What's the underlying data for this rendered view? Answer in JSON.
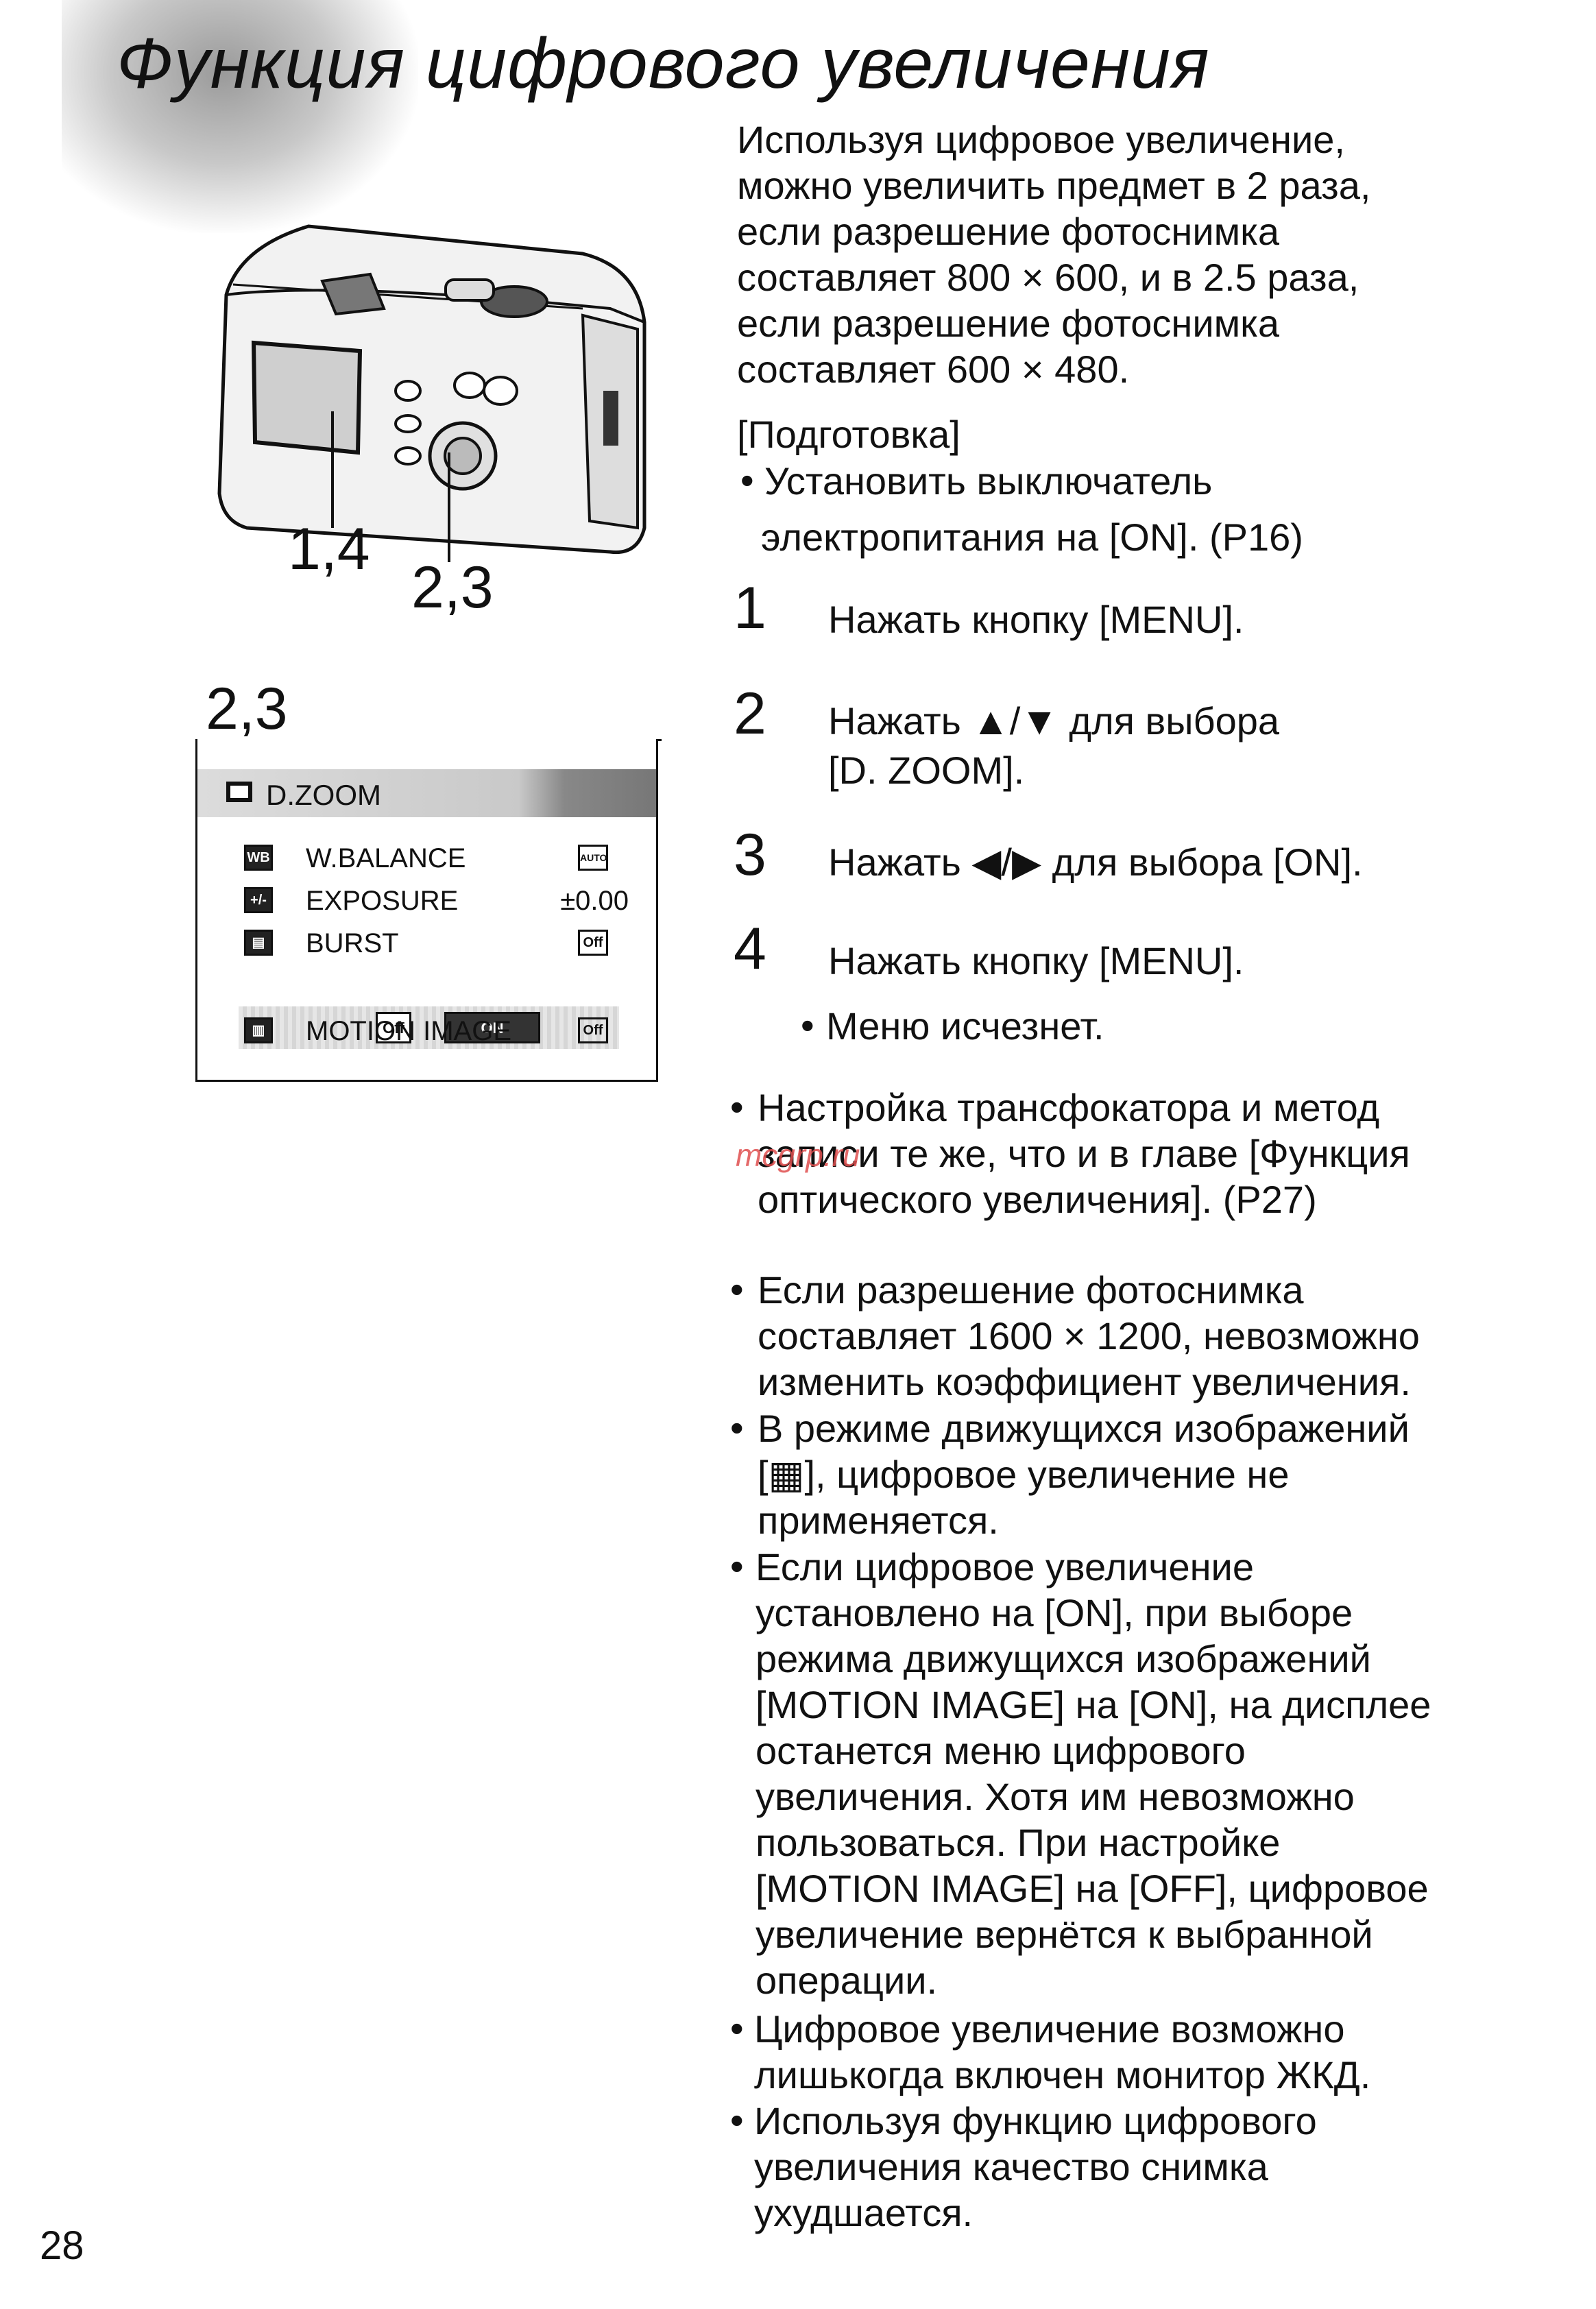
{
  "page": {
    "title": "Функция цифрового увеличения",
    "page_number": "28",
    "watermark": "mcgrp.ru"
  },
  "figure": {
    "callout_a": "1,4",
    "callout_b": "2,3",
    "menu_label": "2,3",
    "menu": {
      "header": "D.ZOOM",
      "rows": [
        {
          "icon": "WB",
          "label": "W.BALANCE",
          "value": "AUTO"
        },
        {
          "icon": "+/-",
          "label": "EXPOSURE",
          "value": "±0.00"
        },
        {
          "icon": "▤",
          "label": "BURST",
          "value": "Off"
        },
        {
          "icon": "▥",
          "label": "MOTION IMAGE",
          "value": "Off"
        }
      ],
      "options": [
        "Off",
        "ON"
      ],
      "selected": "ON"
    }
  },
  "intro": {
    "lines": [
      "Используя цифровое увеличение,",
      "можно увеличить предмет в 2 раза,",
      "если разрешение фотоснимка",
      "составляет 800 × 600, и в 2.5 раза,",
      "если разрешение фотоснимка",
      "составляет 600 × 480."
    ]
  },
  "preparation": {
    "heading": "[Подготовка]",
    "bullet_line1": "Установить выключатель",
    "bullet_line2": "электропитания на [ON]. (P16)"
  },
  "steps": [
    {
      "num": "1",
      "line1": "Нажать кнопку [MENU].",
      "line2": ""
    },
    {
      "num": "2",
      "line1": "Нажать ▲/▼ для выбора",
      "line2": "[D. ZOOM]."
    },
    {
      "num": "3",
      "line1": "Нажать ◀/▶ для выбора [ON].",
      "line2": ""
    },
    {
      "num": "4",
      "line1": "Нажать кнопку [MENU].",
      "line2": ""
    }
  ],
  "step4_note": "Меню исчезнет.",
  "note_zoom": {
    "lines": [
      "Настройка трансфокатора и метод",
      "записи те же, что и в главе [Функция",
      "оптического увеличения]. (P27)"
    ]
  },
  "notes": [
    {
      "lines": [
        "Если разрешение фотоснимка",
        "составляет 1600 × 1200, невозможно",
        "изменить коэффициент увеличения."
      ]
    },
    {
      "lines": [
        "В режиме движущихся изображений",
        "[▦], цифровое увеличение не",
        "применяется."
      ]
    },
    {
      "lines": [
        "Если цифровое увеличение",
        "установлено на [ON], при выборе",
        "режима движущихся изображений",
        "[MOTION IMAGE] на [ON], на дисплее",
        "останется меню цифрового",
        "увеличения. Хотя им невозможно",
        "пользоваться. При настройке",
        "[MOTION IMAGE] на [OFF], цифровое",
        "увеличение вернётся к выбранной",
        "операции."
      ]
    },
    {
      "lines": [
        "Цифровое увеличение возможно",
        "лишькогда включен монитор ЖКД."
      ]
    },
    {
      "lines": [
        "Используя функцию цифрового",
        "увеличения качество снимка",
        "ухудшается."
      ]
    }
  ]
}
